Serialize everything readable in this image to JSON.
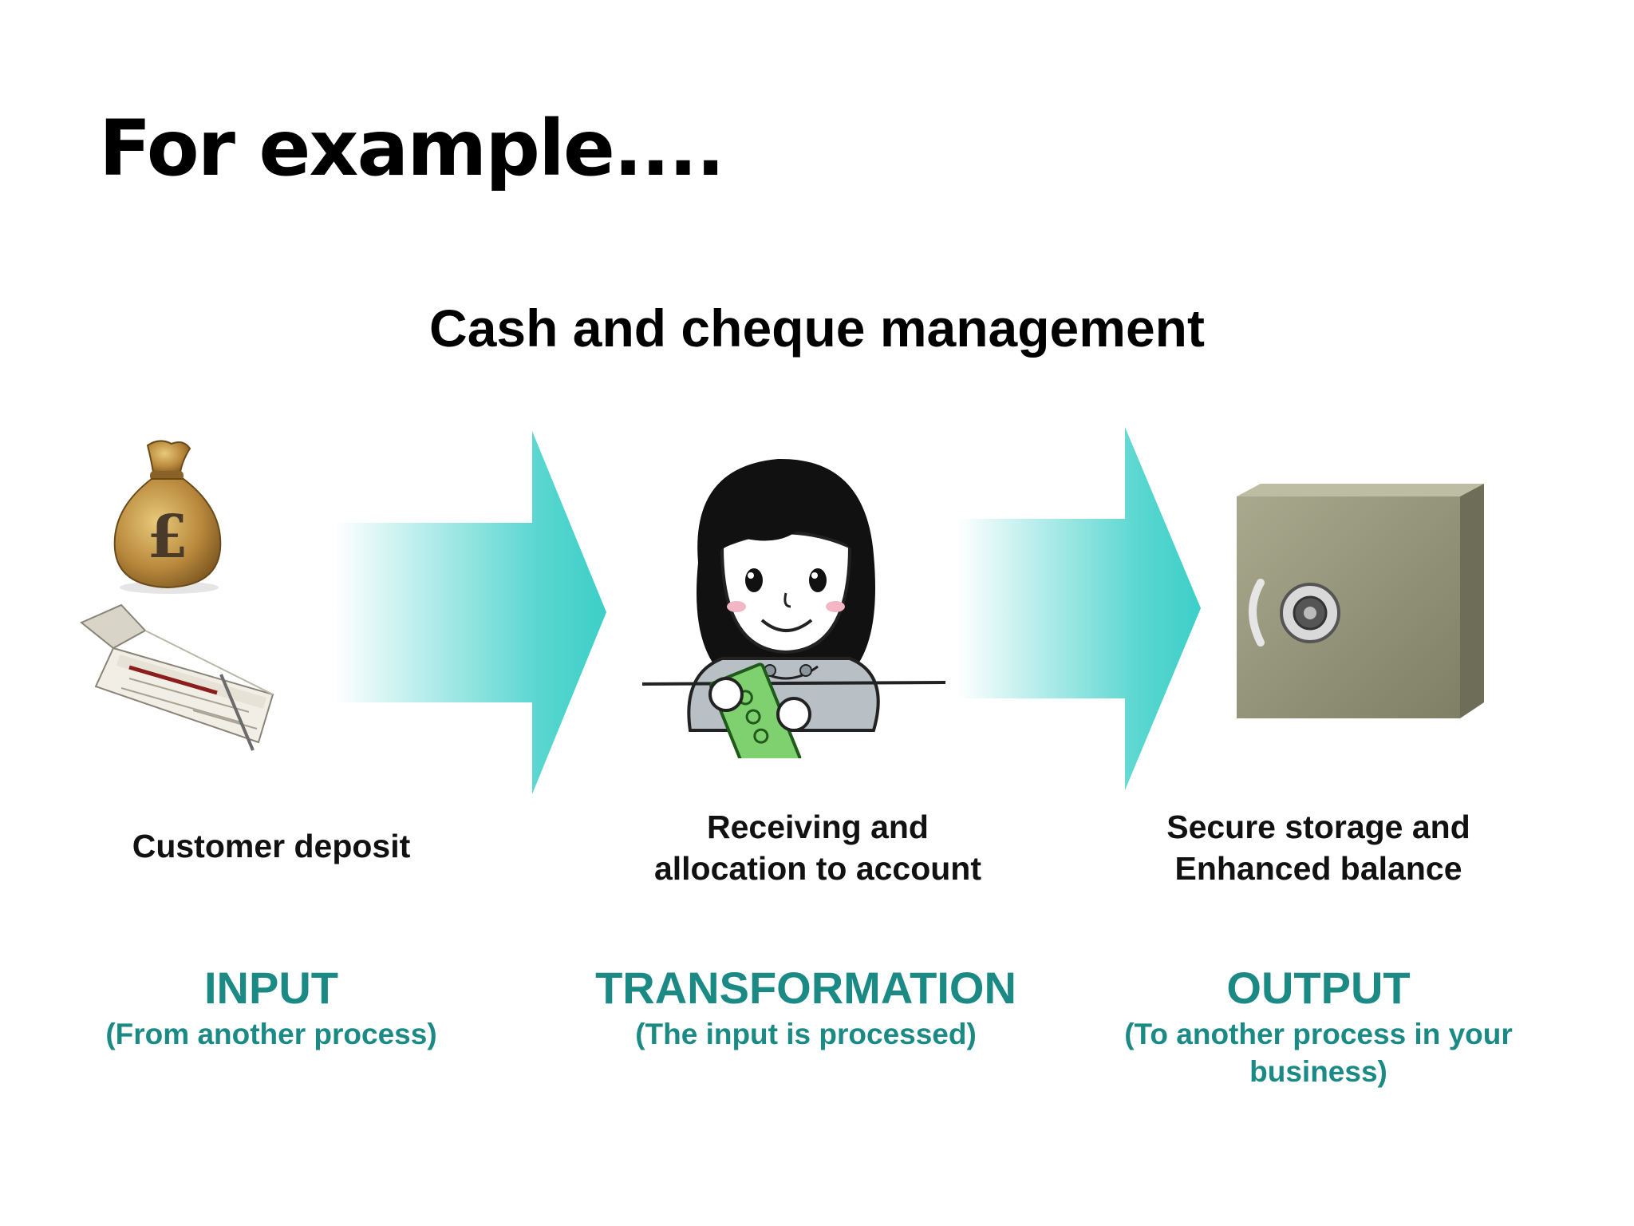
{
  "slide": {
    "title": "For example....",
    "diagram_title": "Cash and cheque management"
  },
  "stages": [
    {
      "caption": "Customer deposit",
      "label": "INPUT",
      "sub": "(From another process)",
      "icon": "money-bag-icon",
      "icon2": "cheque-icon",
      "symbol": "£"
    },
    {
      "caption_line1": "Receiving and",
      "caption_line2": "allocation to account",
      "label": "TRANSFORMATION",
      "sub": "(The input is processed)",
      "icon": "cashier-icon"
    },
    {
      "caption_line1": "Secure storage and",
      "caption_line2": "Enhanced balance",
      "label": "OUTPUT",
      "sub": "(To another process in your business)",
      "icon": "safe-icon"
    }
  ],
  "colors": {
    "accent": "#1b8a85",
    "arrow": "#3ccfc8"
  }
}
